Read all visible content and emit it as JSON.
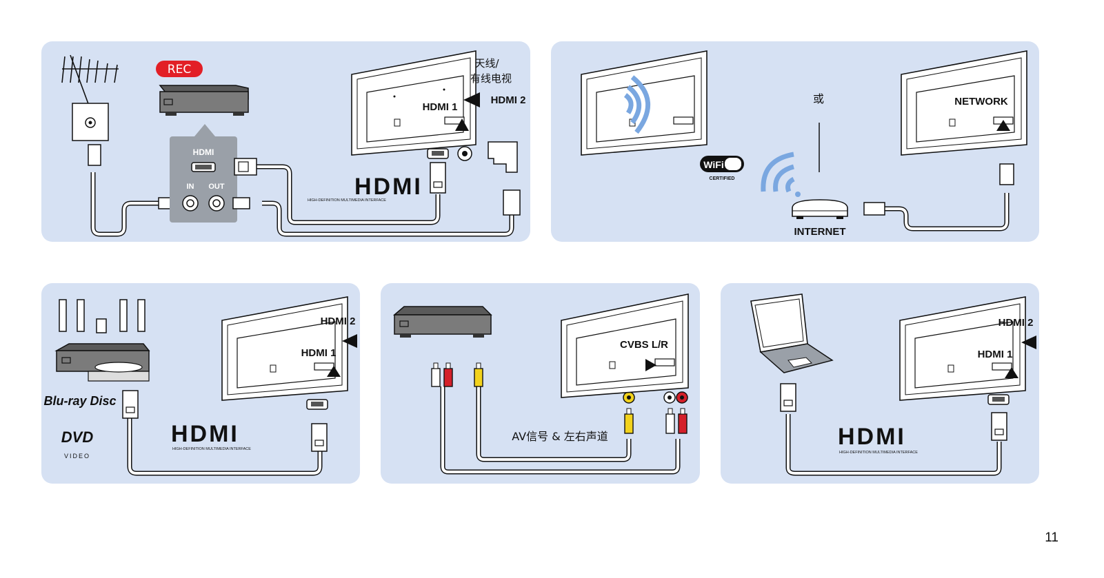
{
  "panel1": {
    "rec_badge": "REC",
    "box_hdmi": "HDMI",
    "box_in": "IN",
    "box_out": "OUT",
    "tv_hdmi1": "HDMI 1",
    "tv_hdmi2": "HDMI 2",
    "antenna_line1": "天线/",
    "antenna_line2": "有线电视",
    "hdmi_logo": "HDMI",
    "hdmi_logo_sub": "HIGH-DEFINITION MULTIMEDIA INTERFACE"
  },
  "panel2": {
    "or_text": "或",
    "network": "NETWORK",
    "internet": "INTERNET",
    "wifi_logo": "WiFi",
    "wifi_certified": "CERTIFIED"
  },
  "panel3": {
    "tv_hdmi1": "HDMI 1",
    "tv_hdmi2": "HDMI 2",
    "bluray_logo": "Blu-ray Disc",
    "dvd_logo": "DVD",
    "dvd_sub": "VIDEO",
    "hdmi_logo": "HDMI",
    "hdmi_logo_sub": "HIGH-DEFINITION MULTIMEDIA INTERFACE"
  },
  "panel4": {
    "tv_label": "CVBS L/R",
    "caption": "AV信号 & 左右声道"
  },
  "panel5": {
    "tv_hdmi1": "HDMI 1",
    "tv_hdmi2": "HDMI 2",
    "hdmi_logo": "HDMI",
    "hdmi_logo_sub": "HIGH-DEFINITION MULTIMEDIA INTERFACE"
  },
  "colors": {
    "panel_bg": "#d6e1f3",
    "rec_red": "#e21f26",
    "wifi_blue": "#7aa7e0",
    "rca_yellow": "#f2d21c",
    "rca_red": "#d4202a"
  },
  "page_number": "11"
}
